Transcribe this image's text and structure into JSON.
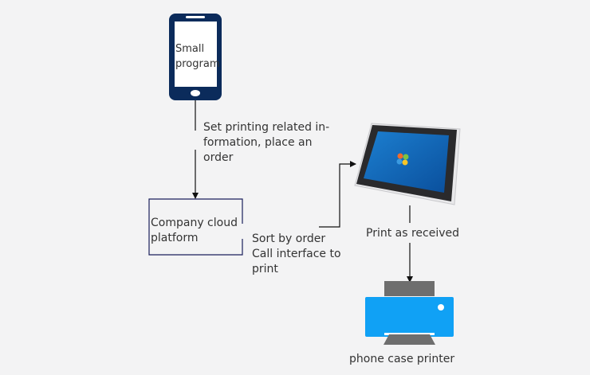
{
  "nodes": {
    "phone": {
      "label_line1": "Small",
      "label_line2": "program"
    },
    "cloud": {
      "label_line1": "Company cloud",
      "label_line2": "platform"
    },
    "printer": {
      "label": "phone case printer"
    }
  },
  "edges": {
    "phone_to_cloud": {
      "line1": "Set printing related in-",
      "line2": "formation, place an",
      "line3": "order"
    },
    "cloud_to_tablet": {
      "line1": "Sort by order",
      "line2": "Call interface to",
      "line3": "print"
    },
    "tablet_to_printer": {
      "label": "Print as received"
    }
  },
  "colors": {
    "phone": "#0b2b5b",
    "printer_body": "#10a1f5",
    "printer_gray": "#6e6e6e"
  }
}
